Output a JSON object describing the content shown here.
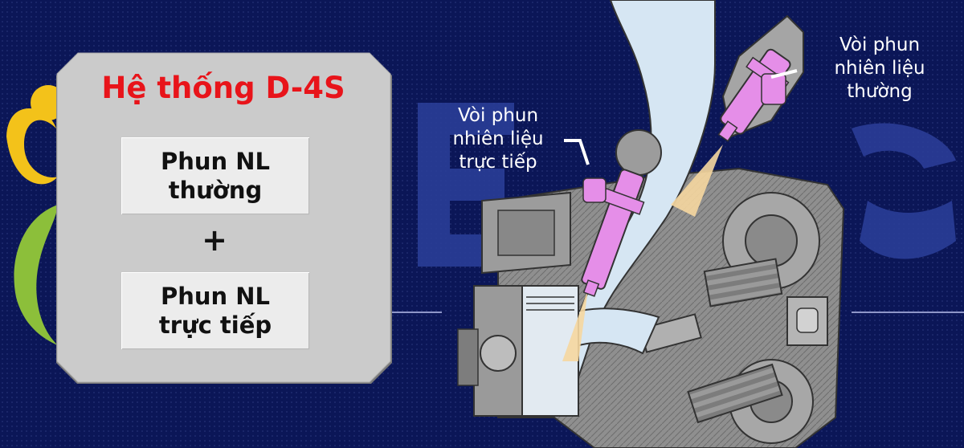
{
  "slide": {
    "colors": {
      "background": "#0b1657",
      "title": "#e8141a",
      "injector": "#e58ee8"
    }
  },
  "panel": {
    "title": "Hệ thống D-4S",
    "box_top": "Phun NL\nthường",
    "plus": "+",
    "box_bottom": "Phun NL\ntrực tiếp"
  },
  "engine": {
    "label_port": "Vòi phun\nnhiên liệu\nthường",
    "label_direct": "Vòi phun\nnhiên liệu\ntrực tiếp"
  }
}
